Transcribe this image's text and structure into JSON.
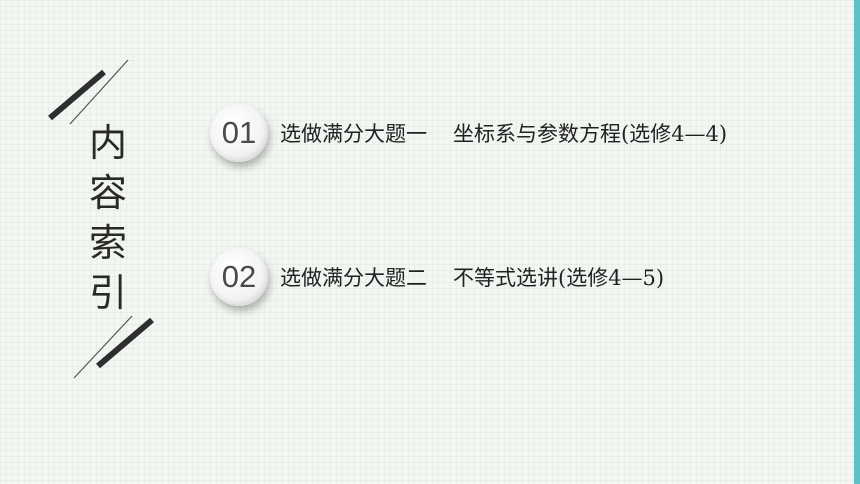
{
  "title_chars": [
    "内",
    "容",
    "索",
    "引"
  ],
  "items": [
    {
      "number": "01",
      "part": "选做满分大题一",
      "topic": "坐标系与参数方程(选修4—4)"
    },
    {
      "number": "02",
      "part": "选做满分大题二",
      "topic": "不等式选讲(选修4—5)"
    }
  ],
  "colors": {
    "accent_bar": "#5fc0c8",
    "background": "#f3f7f3",
    "title": "#2a2a22",
    "deco_line": "#333333"
  }
}
